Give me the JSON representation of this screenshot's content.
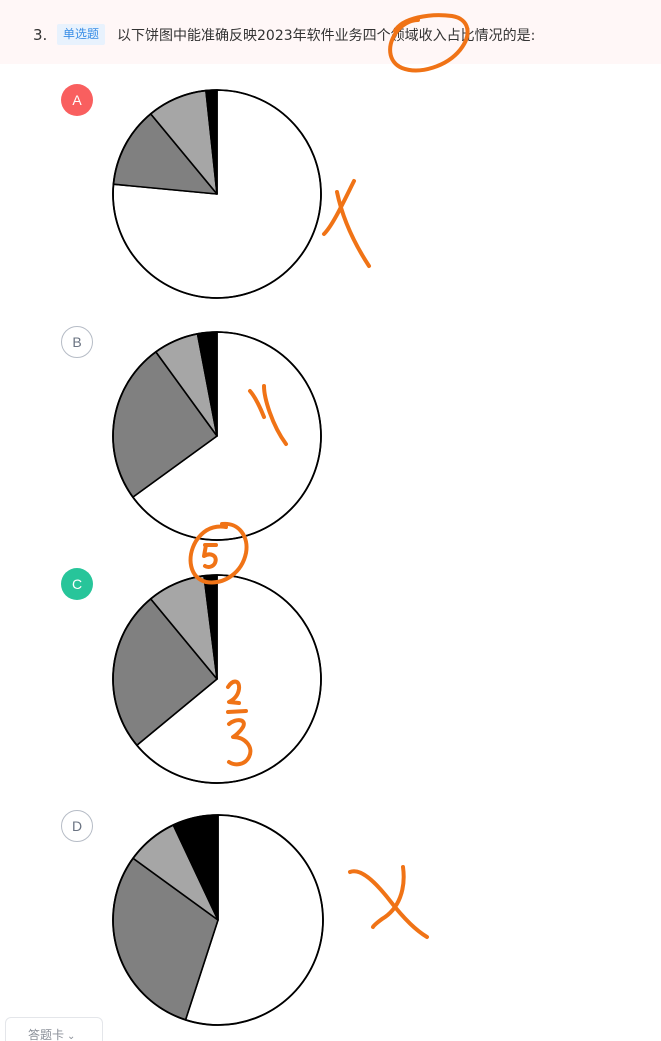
{
  "question": {
    "number": "3.",
    "type_label": "单选题",
    "text": "以下饼图中能准确反映2023年软件业务四个领域收入占比情况的是:"
  },
  "options": [
    {
      "label": "A",
      "status": "wrong",
      "slices": [
        0.765,
        0.125,
        0.093,
        0.017
      ]
    },
    {
      "label": "B",
      "status": "default",
      "slices": [
        0.65,
        0.25,
        0.07,
        0.03
      ]
    },
    {
      "label": "C",
      "status": "correct",
      "slices": [
        0.64,
        0.25,
        0.09,
        0.02
      ]
    },
    {
      "label": "D",
      "status": "default",
      "slices": [
        0.55,
        0.3,
        0.08,
        0.07
      ]
    }
  ],
  "slice_colors": [
    "#ffffff",
    "#808080",
    "#a6a6a6",
    "#000000"
  ],
  "badge_colors": {
    "wrong": "#f95f5f",
    "correct": "#27c59a",
    "default": "#ffffff"
  },
  "annotation_color": "#f07316",
  "answer_card": {
    "label": "答题卡",
    "icon": "chevron-down-icon"
  }
}
